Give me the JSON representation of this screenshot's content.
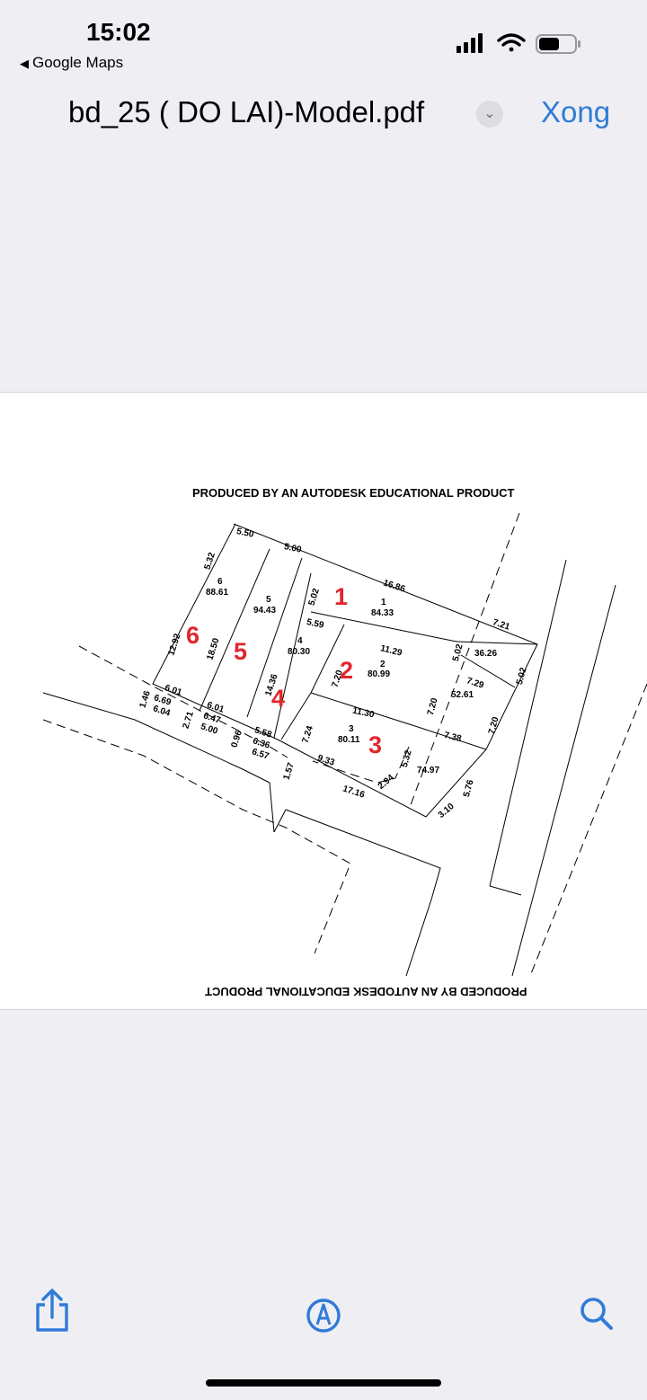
{
  "status_bar": {
    "time": "15:02",
    "back_app": "Google Maps"
  },
  "nav": {
    "title": "bd_25 ( DO LAI)-Model.pdf",
    "done": "Xong"
  },
  "document": {
    "watermark": "PRODUCED BY AN AUTODESK EDUCATIONAL PRODUCT",
    "plots": [
      {
        "label": "1",
        "number": "1",
        "area": "84.33"
      },
      {
        "label": "2",
        "number": "2",
        "area": "80.99"
      },
      {
        "label": "3",
        "number": "3",
        "area": "80.11"
      },
      {
        "label": "4",
        "number": "4",
        "area": "80.30"
      },
      {
        "label": "5",
        "number": "5",
        "area": "94.43"
      },
      {
        "label": "6",
        "number": "6",
        "area": "88.61"
      }
    ],
    "extra_areas": [
      "36.26",
      "52.61",
      "74.97"
    ],
    "measurements": [
      "5.50",
      "5.00",
      "5.32",
      "16.86",
      "7.21",
      "5.02",
      "5.02",
      "5.59",
      "11.29",
      "7.29",
      "5.02",
      "7.20",
      "7.20",
      "11.30",
      "7.38",
      "5.32",
      "7.24",
      "7.20",
      "12.92",
      "18.50",
      "14.36",
      "1.46",
      "6.01",
      "6.69",
      "6.04",
      "6.01",
      "6.47",
      "5.00",
      "5.58",
      "6.36",
      "6.57",
      "9.33",
      "2.94",
      "17.16",
      "3.10",
      "5.76",
      "1.57",
      "2.71",
      "0.96"
    ]
  },
  "toolbar": {
    "share": "share-icon",
    "markup": "markup-icon",
    "search": "search-icon"
  },
  "colors": {
    "accent": "#2f7bd8",
    "plot_label": "#e1262d",
    "background": "#eeeef3"
  }
}
